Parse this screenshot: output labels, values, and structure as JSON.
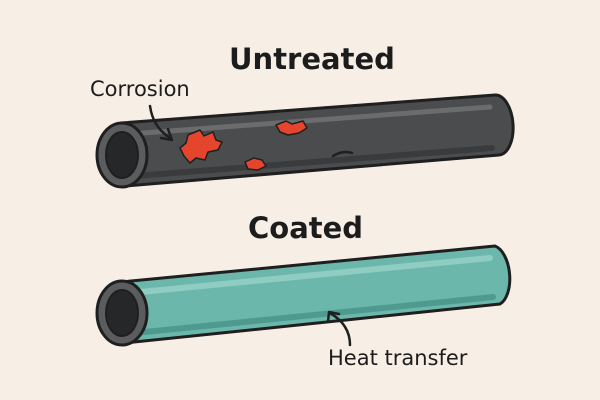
{
  "titles": {
    "top": "Untreated",
    "bottom": "Coated"
  },
  "labels": {
    "corrosion": "Corrosion",
    "heat_transfer": "Heat transfer"
  },
  "colors": {
    "background": "#f7efe6",
    "untreated_pipe": "#4a4c4e",
    "coated_pipe": "#6cb7ab",
    "corrosion": "#e5452c",
    "outline": "#1f1f1f"
  }
}
